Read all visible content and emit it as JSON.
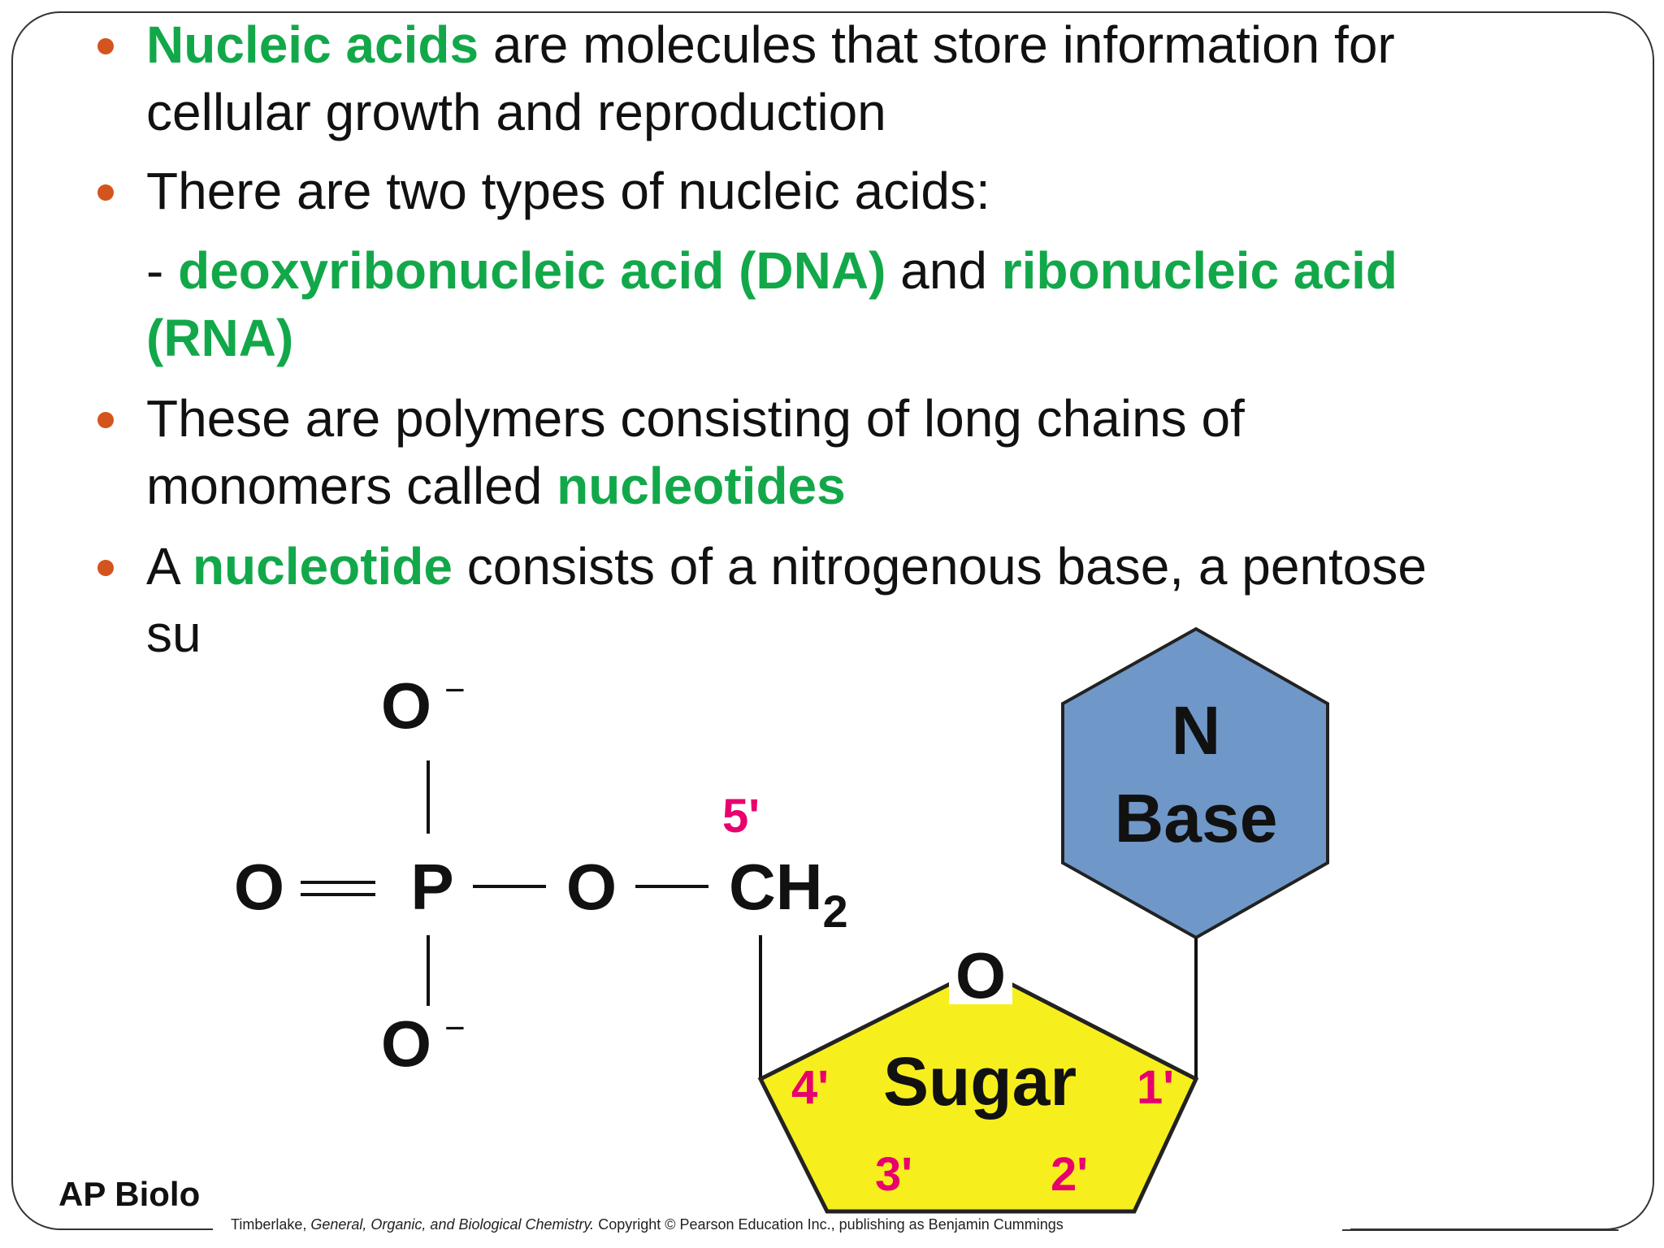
{
  "bullets": {
    "b1": {
      "term": "Nucleic acids",
      "line1_rest": " are molecules that store information for",
      "line2": "cellular growth and reproduction"
    },
    "b2": {
      "text": "There are two types of nucleic acids:"
    },
    "sub": {
      "dash": "- ",
      "dna": "deoxyribonucleic acid (DNA)",
      "and": " and ",
      "rna_part1": "ribonucleic acid",
      "rna_part2": "(RNA)"
    },
    "b3": {
      "line1": "These are polymers consisting of long chains of",
      "line2_pre": "monomers called ",
      "term": "nucleotides"
    },
    "b4": {
      "pre": "A ",
      "term": "nucleotide",
      "rest": " consists of a nitrogenous base, a pentose",
      "line2_partial": "su"
    }
  },
  "footer": {
    "left": "AP Biolo"
  },
  "diagram": {
    "phosphate": {
      "o_top": "O",
      "o_bottom": "O",
      "o_left": "O",
      "p": "P",
      "minus": "−",
      "o_link": "O"
    },
    "ch2": {
      "c": "CH",
      "sub": "2",
      "label": "5'"
    },
    "ring_o": "O",
    "base": {
      "n": "N",
      "label": "Base"
    },
    "sugar": {
      "label": "Sugar",
      "c1": "1'",
      "c2": "2'",
      "c3": "3'",
      "c4": "4'"
    },
    "colors": {
      "base_fill": "#6f97c8",
      "sugar_fill": "#f7ee1e",
      "prime_label": "#e8006e"
    }
  },
  "credit": {
    "author": "Timberlake, ",
    "book": "General, Organic, and Biological Chemistry.",
    "copyright": " Copyright © Pearson Education Inc., publishing as Benjamin Cummings"
  }
}
